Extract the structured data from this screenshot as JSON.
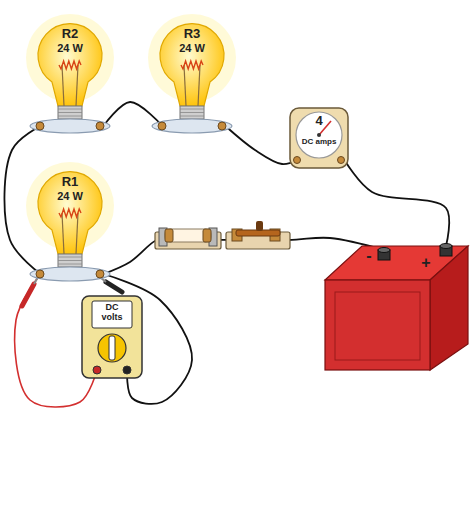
{
  "diagram": {
    "nodes": [
      {
        "text": [
          "R2",
          "24 W"
        ]
      },
      {
        "text": [
          "R3",
          "24 W"
        ]
      },
      {
        "text": [
          "4",
          "DC amps"
        ]
      },
      {
        "text": [
          "R1",
          "24 W"
        ]
      },
      {
        "text": [
          "DC volts"
        ]
      },
      {
        "text": [
          "-",
          "+"
        ]
      }
    ],
    "edges": [
      {
        "from": 0,
        "to": 1,
        "arrow": "none"
      },
      {
        "from": 1,
        "to": 2,
        "arrow": "none"
      },
      {
        "from": 2,
        "to": 5,
        "arrow": "none"
      },
      {
        "from": 0,
        "to": 3,
        "arrow": "none"
      },
      {
        "from": 3,
        "to": 5,
        "arrow": "none"
      },
      {
        "from": 3,
        "to": 4,
        "arrow": "none"
      },
      {
        "from": 3,
        "to": 4,
        "arrow": "none"
      }
    ]
  }
}
